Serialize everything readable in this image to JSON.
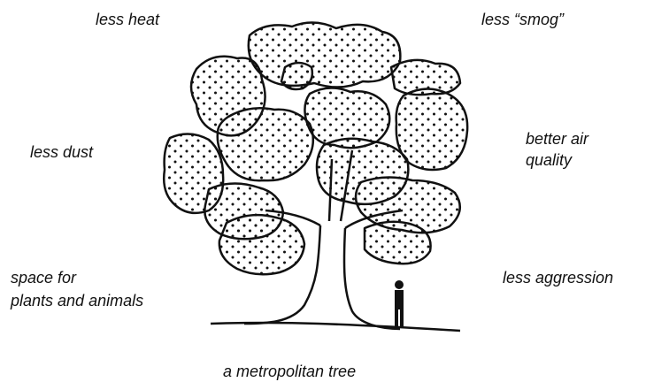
{
  "labels": {
    "top_left": "less heat",
    "top_right": "less “smog”",
    "mid_left": "less dust",
    "mid_right_line1": "better air",
    "mid_right_line2": "quality",
    "bottom_left_line1": "space for",
    "bottom_left_line2": "plants and animals",
    "bottom_right": "less aggression",
    "caption": "a metropolitan tree"
  },
  "icons": {
    "tree": "tree-illustration",
    "person": "person-silhouette"
  },
  "colors": {
    "ink": "#111111",
    "paper": "#ffffff"
  }
}
